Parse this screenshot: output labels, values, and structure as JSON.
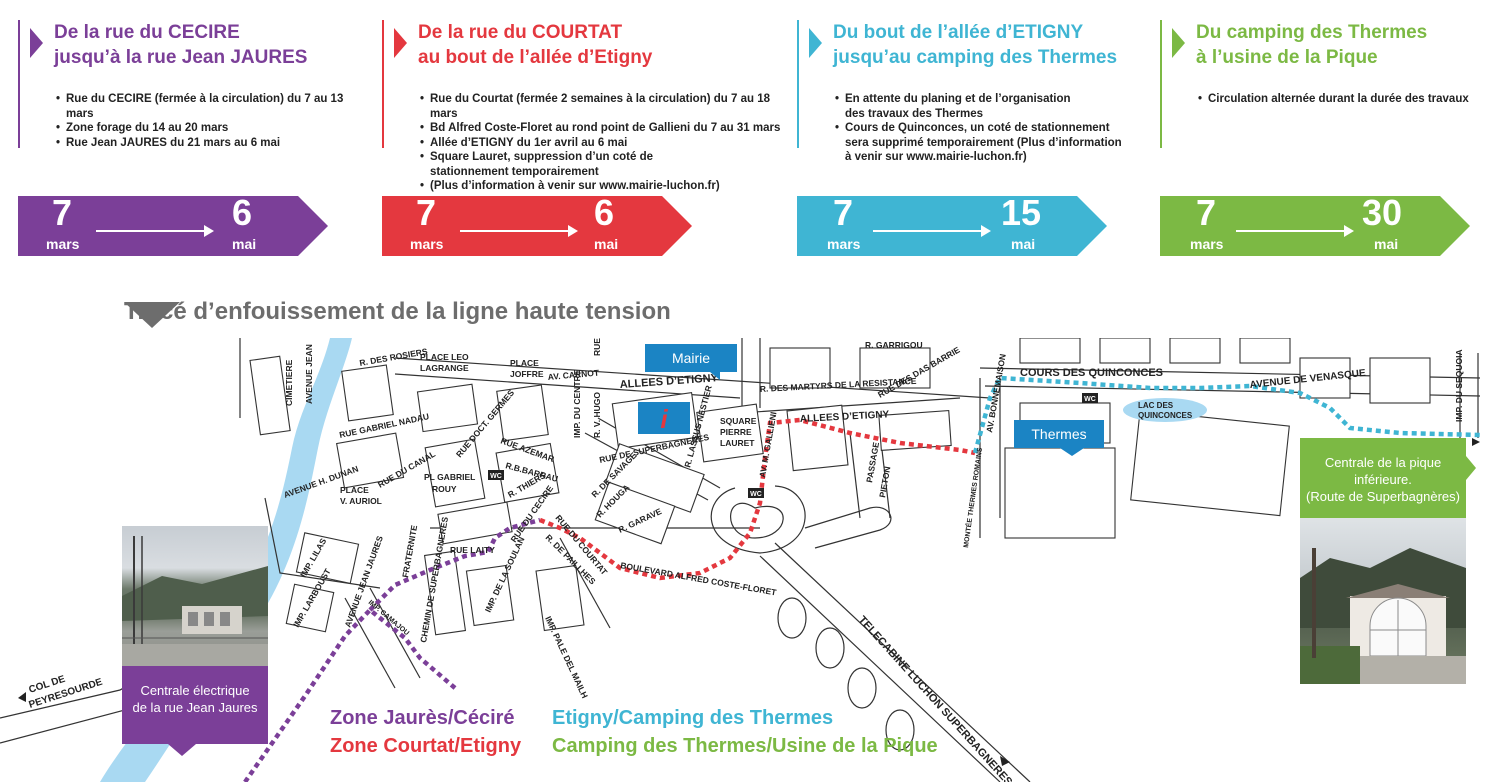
{
  "colors": {
    "purple": "#7b3f98",
    "red": "#e4383f",
    "blue": "#3fb5d3",
    "green": "#7cb944",
    "grey": "#6d6d6d",
    "flag": "#1b84c4"
  },
  "zones": [
    {
      "title1": "De la rue du CECIRE",
      "title2": "jusqu’à la rue Jean JAURES",
      "items": [
        "Rue du CECIRE (fermée à la circulation) du 7 au 13 mars",
        "Zone forage du 14 au 20 mars",
        "Rue Jean JAURES du 21 mars au 6 mai"
      ],
      "start_num": "7",
      "start_month": "mars",
      "end_num": "6",
      "end_month": "mai"
    },
    {
      "title1": "De la rue du COURTAT",
      "title2": "au bout de l’allée d’Etigny",
      "items": [
        "Rue du Courtat (fermée 2 semaines à la circulation) du 7 au 18 mars",
        "Bd Alfred Coste-Floret au rond point de Gallieni du 7 au 31 mars",
        "Allée d’ETIGNY du 1er avril au 6 mai",
        "Square Lauret, suppression d’un coté de stationnement temporairement",
        "(Plus d’information à venir sur www.mairie-luchon.fr)"
      ],
      "start_num": "7",
      "start_month": "mars",
      "end_num": "6",
      "end_month": "mai"
    },
    {
      "title1": "Du bout de l’allée d’ETIGNY",
      "title2": "jusqu’au camping des Thermes",
      "items": [
        "En attente du planing et de l’organisation des travaux des Thermes",
        "Cours de Quinconces, un coté de stationnement sera supprimé temporairement (Plus d’information à venir sur www.mairie-luchon.fr)"
      ],
      "start_num": "7",
      "start_month": "mars",
      "end_num": "15",
      "end_month": "mai"
    },
    {
      "title1": "Du camping des Thermes",
      "title2": "à l’usine de la Pique",
      "items": [
        "Circulation alternée durant la durée des travaux"
      ],
      "start_num": "7",
      "start_month": "mars",
      "end_num": "30",
      "end_month": "mai"
    }
  ],
  "section_title": "Tracé d’enfouissement de la ligne haute tension",
  "map": {
    "mairie_label": "Mairie",
    "thermes_label": "Thermes",
    "wc_label": "WC",
    "col_label1": "COL DE",
    "col_label2": "PEYRESOURDE",
    "telecabine": "TELECABINE LUCHON SUPERBAGNERES",
    "lac1": "LAC DES",
    "lac2": "QUINCONCES",
    "streets": {
      "cimetiere": "CIMETIERE",
      "av_jean": "AVENUE JEAN",
      "des_rosiers": "R. DES ROSIERS",
      "place_leo": "PLACE LEO",
      "lagrange": "LAGRANGE",
      "place_joffre1": "PLACE",
      "place_joffre2": "JOFFRE",
      "av_carnot": "AV. CARNOT",
      "rue": "RUE",
      "allees_etigny": "ALLEES D’ETIGNY",
      "martyrs": "R. DES MARTYRS DE LA RESISTANCE",
      "garrigou": "R. GARRIGOU",
      "das_barrie": "RUE DES DAS BARRIE",
      "quinconces": "COURS DES QUINCONCES",
      "av_venasque": "AVENUE DE VENASQUE",
      "imp_sequoia": "IMP. DU SEQUOIA",
      "av_bonnemaison": "AV. BONNEMAISON",
      "allees_etigny2": "ALLEES D’ETIGNY",
      "square1": "SQUARE",
      "square2": "PIERRE",
      "square3": "LAURET",
      "gabriel_nadau": "RUE GABRIEL NADAU",
      "docteur": "RUE DOCT. GERMES",
      "azemar": "RUE AZEMAR",
      "superbagneres": "RUE DE SUPERBAGNERES",
      "pl_gabriel1": "PL GABRIEL",
      "pl_gabriel2": "ROUY",
      "av_dunan": "AVENUE H. DUNAN",
      "place_v1": "PLACE",
      "place_v2": "V. AURIOL",
      "rue_laity": "RUE LAITY",
      "rue_cecire": "RUE DU CECIRE",
      "rue_courtat": "RUE DU COURTAT",
      "boulevard": "BOULEVARD ALFRED COSTE-FLORET",
      "passage": "PASSAGE",
      "pieton": "PIETON",
      "montee": "MONTÉE THERMES ROMAINS",
      "imp_lilas": "IMP. LILAS",
      "imp_larboust": "IMP. LARBOUST",
      "av_jean_jaures": "AVENUE JEAN JAURES",
      "chemin_super": "CHEMIN DE SUPERBAGNERES",
      "imp_soulan": "IMP. DE LA SOULAN",
      "imp_pale": "IMP. PALE DEL MAILH",
      "rue_garave": "R. GARAVE",
      "r_thiers": "R. THIERS",
      "r_barrau": "R.B.BARRAU",
      "r_hugo": "R. V. HUGO",
      "r_nestier": "R. LASSUS NESTIER",
      "av_gallieni": "AV. M. GALLIENI",
      "rue_canal": "RUE DU CANAL",
      "fraternite": "FRATERNITE",
      "imp_camajou": "IMP. CAMAJOU",
      "r_de_paillhes": "R. DE PAILLHES",
      "r_houga": "R. HOUGA",
      "r_sauvage": "R. DE SAVAGE",
      "imp_centre": "IMP. DU CENTRE"
    },
    "left_box": {
      "line1": "Centrale électrique",
      "line2": "de la rue Jean Jaures"
    },
    "right_box": {
      "line1": "Centrale de la pique",
      "line2": "inférieure.",
      "line3": "(Route de Superbagnères)"
    }
  },
  "legend": {
    "purple": "Zone Jaurès/Céciré",
    "red": "Zone Courtat/Etigny",
    "blue": "Etigny/Camping des Thermes",
    "green": "Camping des Thermes/Usine de la Pique"
  }
}
